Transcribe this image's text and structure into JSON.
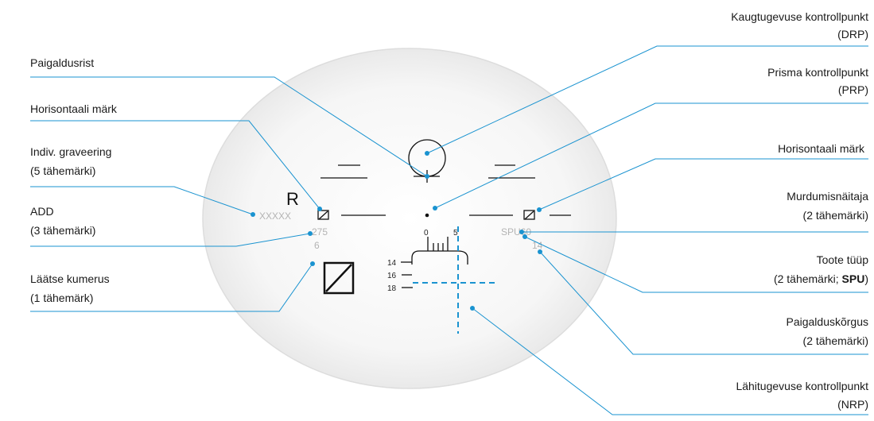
{
  "labels": {
    "paigaldusrist": "Paigaldusrist",
    "horisontaali_left": "Horisontaali märk",
    "indiv_line1": "Indiv. graveering",
    "indiv_line2": "(5 tähemärki)",
    "add_line1": "ADD",
    "add_line2": "(3 tähemärki)",
    "kumerus_line1": "Läätse kumerus",
    "kumerus_line2": "(1 tähemärk)",
    "drp_line1": "Kaugtugevuse kontrollpunkt",
    "drp_line2": "(DRP)",
    "prp_line1": "Prisma kontrollpunkt",
    "prp_line2": "(PRP)",
    "horisontaali_right": "Horisontaali märk",
    "murdumis_line1": "Murdumisnäitaja",
    "murdumis_line2": "(2 tähemärki)",
    "tootetuup_line1": "Toote tüüp",
    "tootetuup_line2_a": "(2 tähemärki; ",
    "tootetuup_line2_b": "SPU",
    "tootetuup_line2_c": ")",
    "paigaldus_line1": "Paigalduskõrgus",
    "paigaldus_line2": "(2 tähemärki)",
    "nrp_line1": "Lähitugevuse kontrollpunkt",
    "nrp_line2": "(NRP)"
  },
  "lens": {
    "side": "R",
    "engraving_indiv": "XXXXX",
    "engraving_add": "275",
    "engraving_curve": "6",
    "engraving_index_type": "SPU60",
    "engraving_height": "14",
    "scale_0": "0",
    "scale_5": "5",
    "scale_14": "14",
    "scale_16": "16",
    "scale_18": "18"
  },
  "colors": {
    "leader": "#1a93d0",
    "nrp_cross": "#1a93d0",
    "text": "#1a1a1a",
    "engraving": "#b4b4b4"
  }
}
